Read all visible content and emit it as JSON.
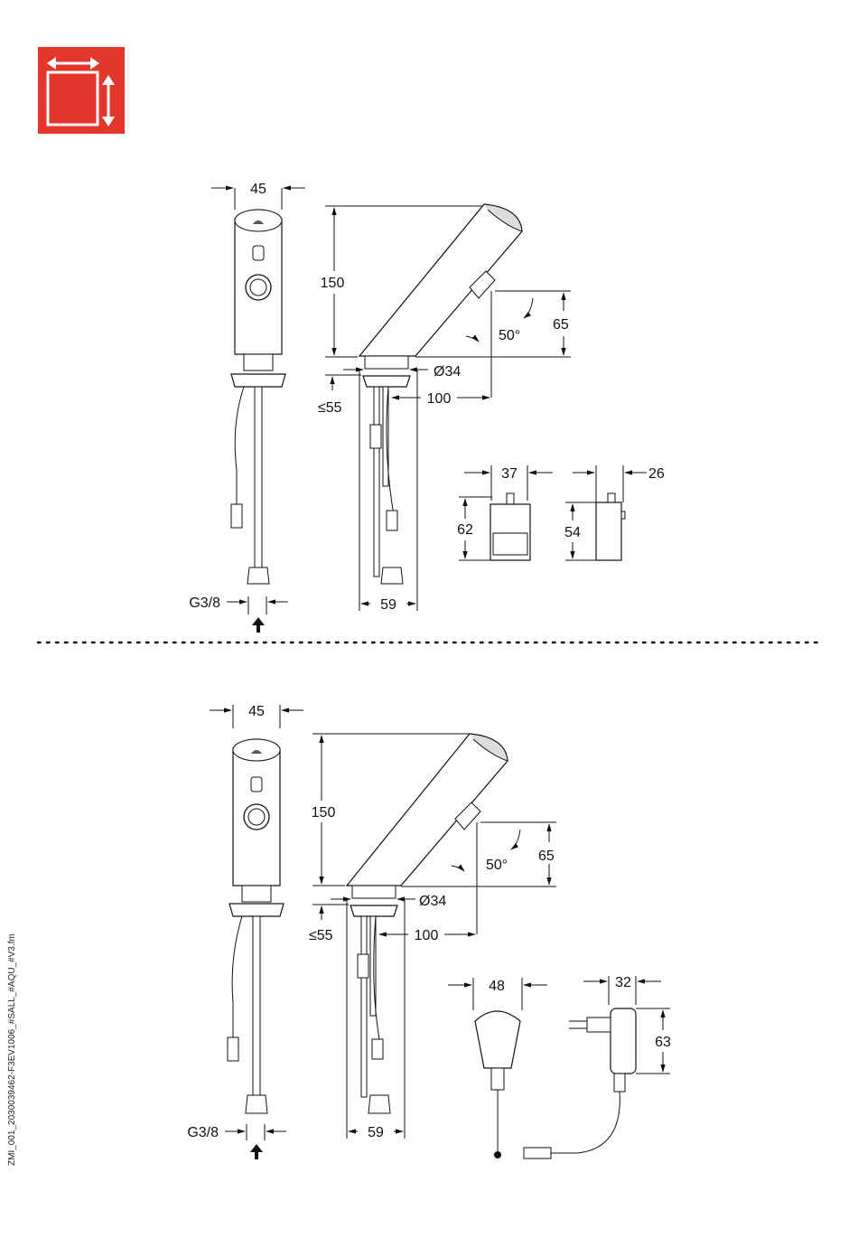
{
  "dimension_symbol": {
    "color": "#e2372a",
    "icon": "dimensions-icon"
  },
  "side_code": "ZMI_001_2030039462-F3EV1006_#SALL_#AQU_#V3.fm",
  "top_variant": {
    "width": "45",
    "height": "150",
    "sensor_height": "65",
    "angle": "50°",
    "diameter": "Ø34",
    "reach": "100",
    "max_thickness": "≤55",
    "connection": "G3/8",
    "hose_width": "59",
    "module1_width": "37",
    "module1_height": "62",
    "module2_width": "26",
    "module2_height": "54"
  },
  "bottom_variant": {
    "width": "45",
    "height": "150",
    "sensor_height": "65",
    "angle": "50°",
    "diameter": "Ø34",
    "reach": "100",
    "max_thickness": "≤55",
    "connection": "G3/8",
    "hose_width": "59",
    "transformer_width": "48",
    "adapter_depth": "32",
    "adapter_height": "63"
  }
}
